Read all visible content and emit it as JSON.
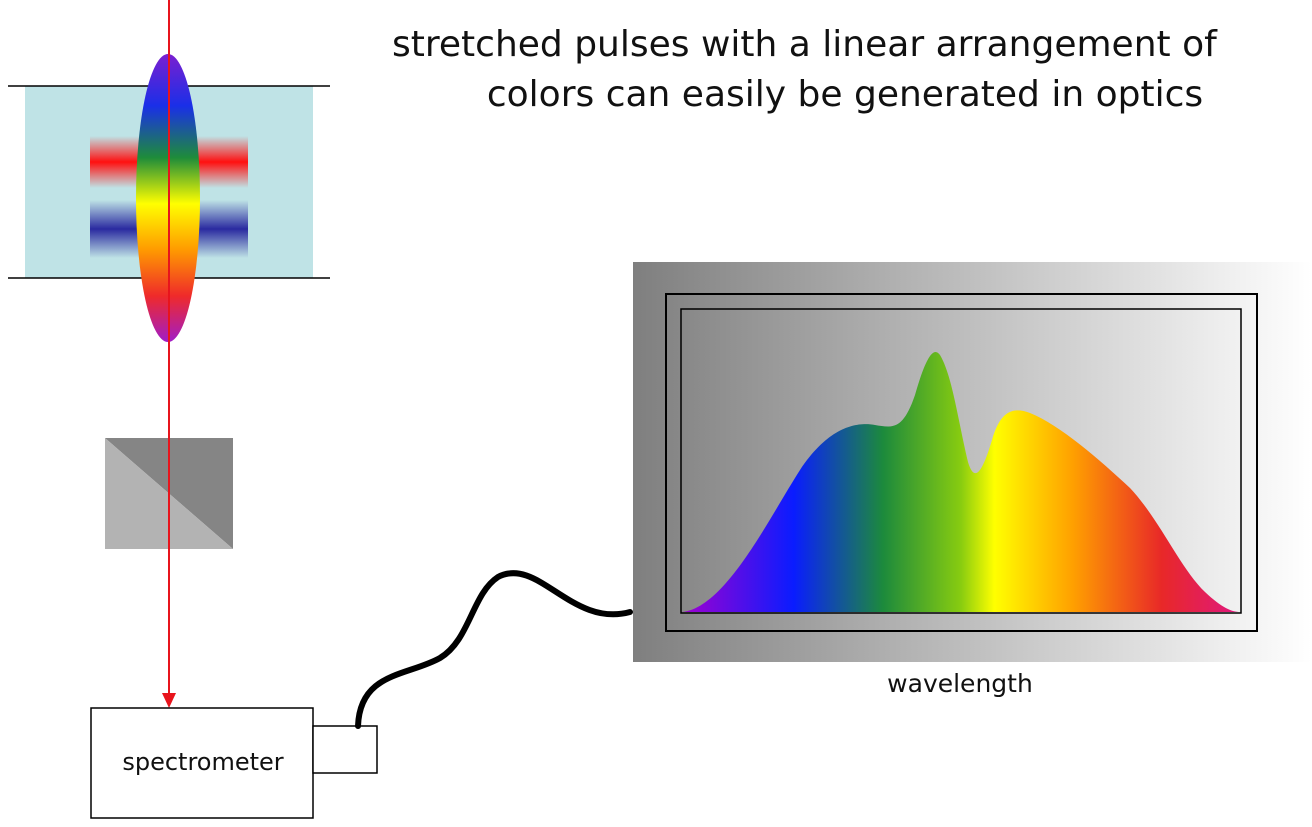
{
  "title": {
    "line1": "stretched pulses with a linear arrangement of",
    "line2": "colors can easily be generated in optics"
  },
  "spectrum_display": {
    "axis_label": "wavelength"
  },
  "spectrometer": {
    "label": "spectrometer"
  },
  "colors": {
    "beam": "#e8141c",
    "cell_fill": "#bfe3e6",
    "fiber": "#000000",
    "prism_dark": "#858585",
    "prism_light": "#b3b3b3",
    "display_dark": "#808080",
    "display_light": "#ffffff"
  }
}
